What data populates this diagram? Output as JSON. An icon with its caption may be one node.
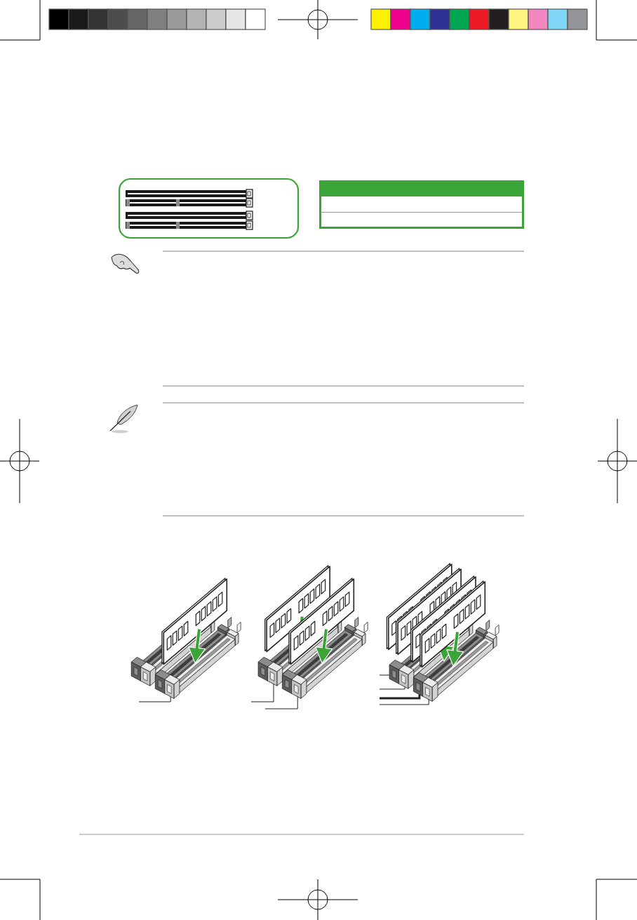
{
  "diagram": {
    "nodes": [
      {
        "text": [],
        "shape": "picture"
      },
      {
        "text": [],
        "shape": "picture"
      },
      {
        "text": [],
        "shape": "picture"
      },
      {
        "text": [],
        "shape": "picture"
      },
      {
        "text": [],
        "shape": "picture"
      },
      {
        "text": [],
        "shape": "picture"
      },
      {
        "text": [],
        "shape": "picture"
      },
      {
        "text": [],
        "shape": "picture"
      },
      {
        "text": [],
        "shape": "picture"
      },
      {
        "text": [],
        "shape": "picture"
      },
      {
        "text": [],
        "shape": "picture"
      },
      {
        "text": [],
        "shape": "picture"
      }
    ],
    "edges": [
      {
        "from": null,
        "to": 3,
        "arrow": "none"
      },
      {
        "from": null,
        "to": 5,
        "arrow": "none"
      },
      {
        "from": null,
        "to": 7,
        "arrow": "none"
      },
      {
        "from": null,
        "to": 8,
        "arrow": "none"
      },
      {
        "from": null,
        "to": 9,
        "arrow": "none"
      },
      {
        "from": null,
        "to": 10,
        "arrow": "none",
        "style": "thick"
      },
      {
        "from": null,
        "to": 11,
        "arrow": "none"
      }
    ]
  }
}
